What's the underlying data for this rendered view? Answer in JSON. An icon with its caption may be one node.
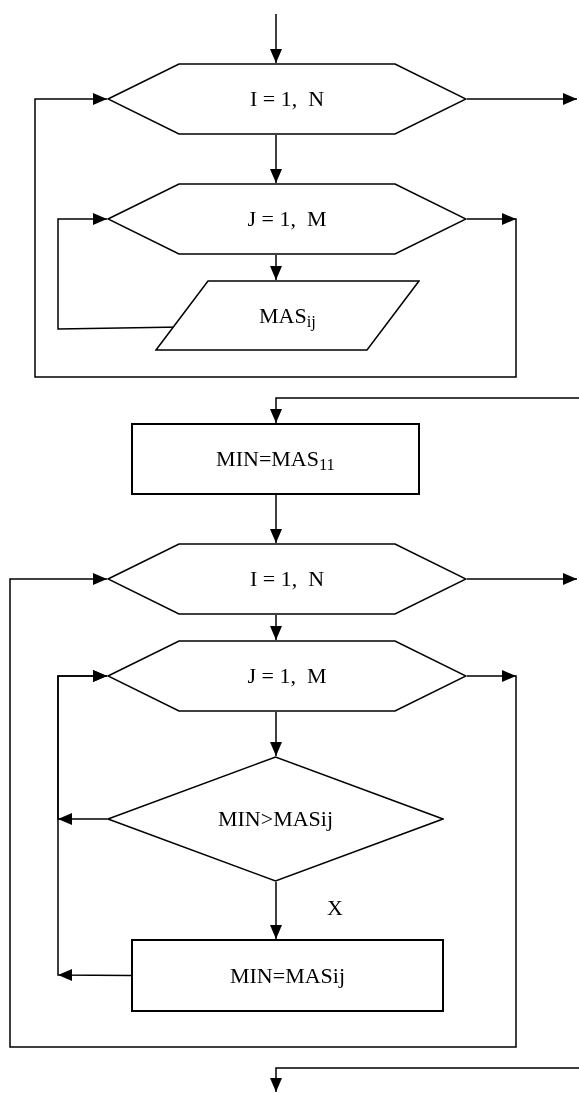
{
  "diagram": {
    "nodes": [
      {
        "text": [
          "I = 1,  N"
        ]
      },
      {
        "text": [
          "J = 1,  M"
        ]
      },
      {
        "text": [
          "MAS$_{ij}$"
        ]
      },
      {
        "text": [
          "MIN=MAS$_{11}$"
        ]
      },
      {
        "text": [
          "I = 1,  N"
        ]
      },
      {
        "text": [
          "J = 1,  M"
        ]
      },
      {
        "text": [
          "MIN>MASij"
        ]
      },
      {
        "text": [
          "MIN=MASij"
        ]
      }
    ],
    "edges": [
      {
        "from": null,
        "to": 0,
        "arrow": "to"
      },
      {
        "from": 0,
        "to": 1,
        "arrow": "to"
      },
      {
        "from": 1,
        "to": 2,
        "arrow": "to"
      },
      {
        "from": 2,
        "to": 1,
        "arrow": "to"
      },
      {
        "from": 1,
        "to": 0,
        "arrow": "to"
      },
      {
        "from": 0,
        "to": null,
        "arrow": "to"
      },
      {
        "from": null,
        "to": 3,
        "arrow": "to"
      },
      {
        "from": 3,
        "to": 4,
        "arrow": "to"
      },
      {
        "from": 4,
        "to": null,
        "arrow": "to"
      },
      {
        "from": 4,
        "to": 5,
        "arrow": "to"
      },
      {
        "from": 5,
        "to": 6,
        "arrow": "to"
      },
      {
        "from": 6,
        "to": 7,
        "arrow": "to",
        "label": "X"
      },
      {
        "from": 6,
        "to": 5,
        "arrow": "to"
      },
      {
        "from": 7,
        "to": 5,
        "arrow": "to"
      },
      {
        "from": 5,
        "to": 4,
        "arrow": "to"
      }
    ]
  }
}
